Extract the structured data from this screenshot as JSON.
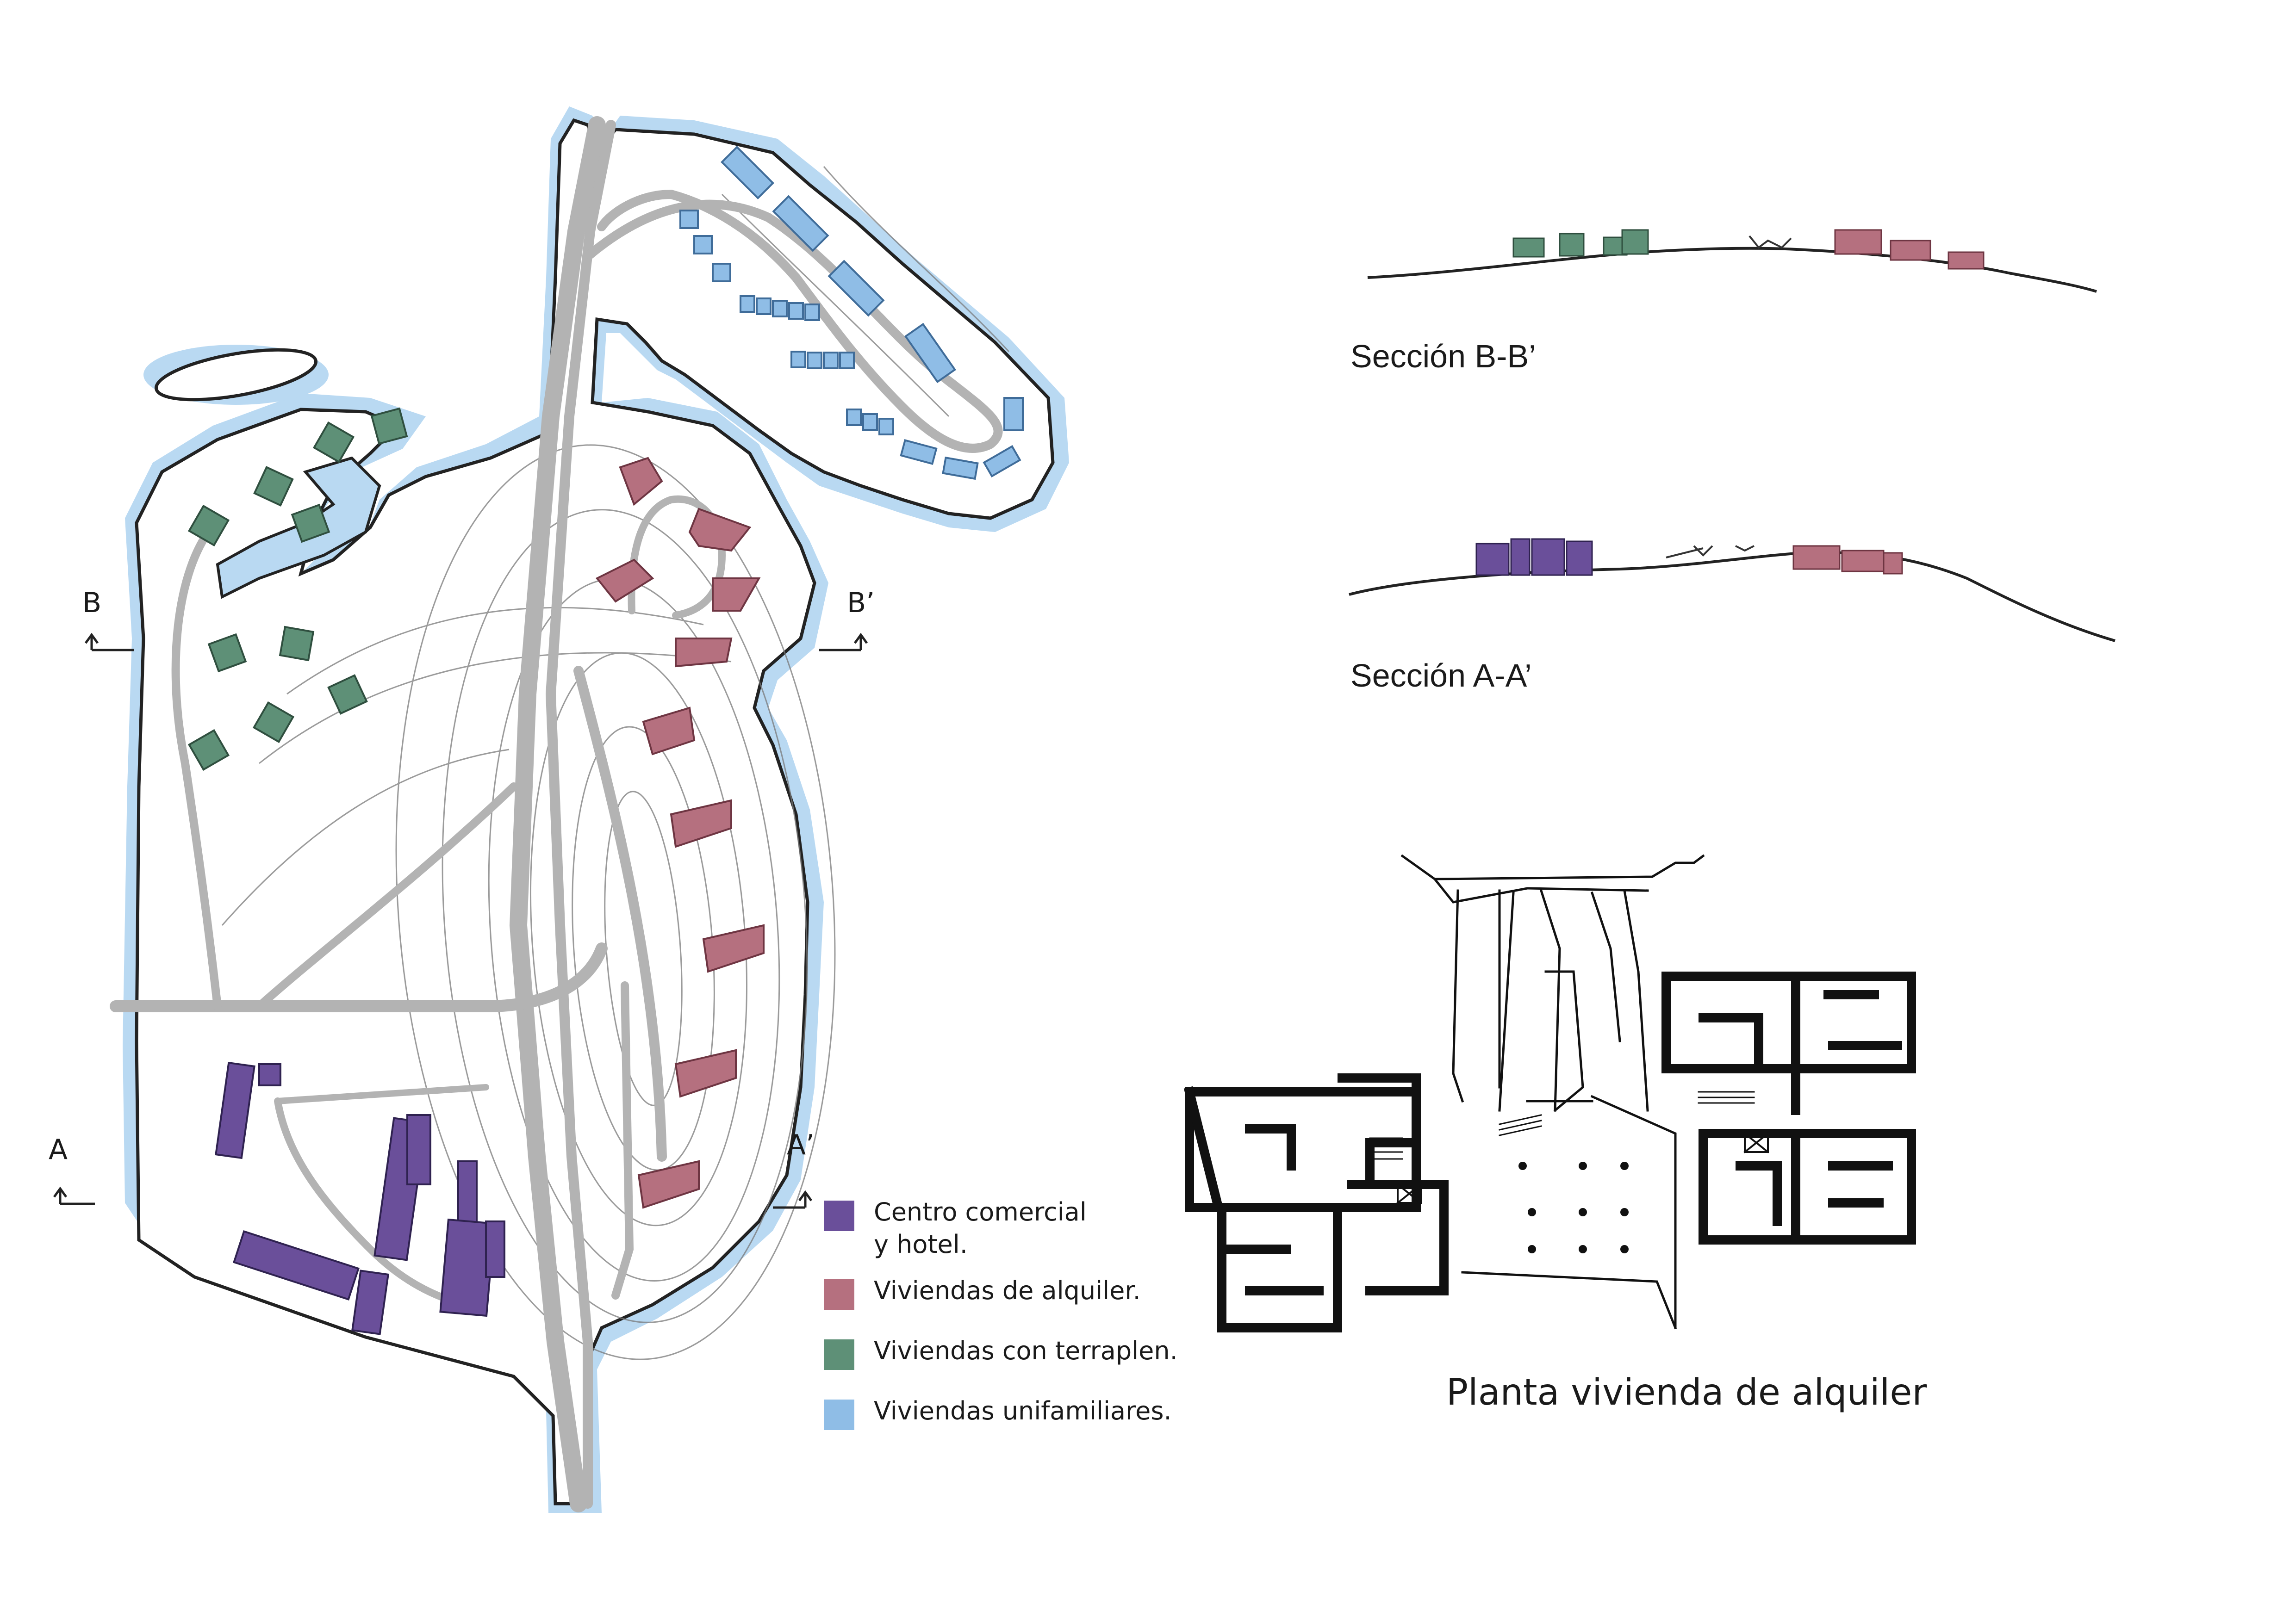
{
  "colors": {
    "water": "#b9d9f2",
    "commercial": "#6a4f9a",
    "rental": "#b5707f",
    "terrace": "#5e9077",
    "single_family": "#8fbde6",
    "road": "#b3b3b3",
    "ink": "#1a1a1a"
  },
  "section_markers": {
    "a_left": "A",
    "a_right": "A’",
    "b_left": "B",
    "b_right": "B’"
  },
  "sections": {
    "b": {
      "title": "Sección B-B’"
    },
    "a": {
      "title": "Sección A-A’"
    }
  },
  "floor_plan": {
    "title": "Planta vivienda de alquiler"
  },
  "legend": {
    "items": [
      {
        "label": "Centro comercial\ny hotel.",
        "color": "#6a4f9a",
        "icon": "commercial-swatch"
      },
      {
        "label": "Viviendas de alquiler.",
        "color": "#b5707f",
        "icon": "rental-swatch"
      },
      {
        "label": "Viviendas con terraplen.",
        "color": "#5e9077",
        "icon": "terrace-swatch"
      },
      {
        "label": "Viviendas unifamiliares.",
        "color": "#8fbde6",
        "icon": "single-family-swatch"
      }
    ]
  }
}
